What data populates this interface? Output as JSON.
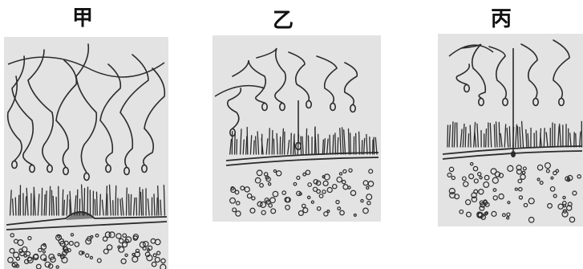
{
  "panels": [
    {
      "label": "甲"
    },
    {
      "label": "乙"
    },
    {
      "label": "丙"
    }
  ],
  "colors": {
    "paper": "#e3e3e3",
    "ink": "#2b2b2b",
    "background": "#ffffff"
  }
}
